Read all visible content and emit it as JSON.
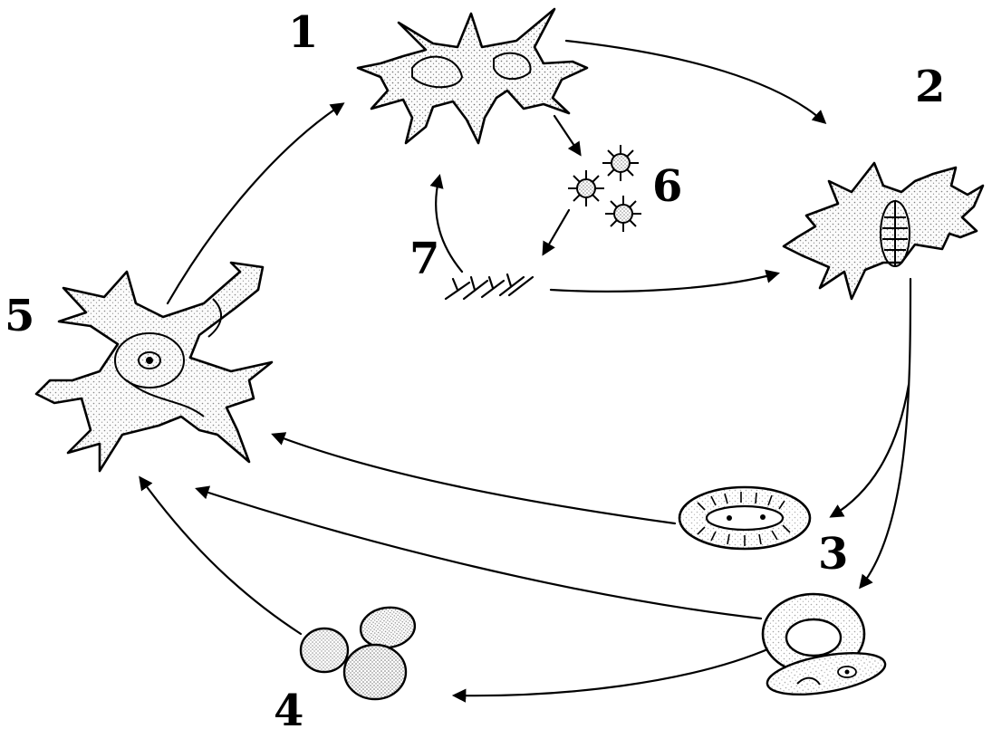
{
  "diagram": {
    "labels": {
      "stage_1": "1",
      "stage_2": "2",
      "stage_3": "3",
      "stage_4": "4",
      "stage_5": "5",
      "stage_6": "6",
      "stage_7": "7"
    },
    "nodes": [
      {
        "id": "stage-1",
        "label": "1",
        "shape": "branched amoeboid cell"
      },
      {
        "id": "stage-2",
        "label": "2",
        "shape": "branched cell with dividing nucleus"
      },
      {
        "id": "stage-3",
        "label": "3",
        "shape": "oval encysted form"
      },
      {
        "id": "stage-4",
        "label": "4",
        "shape": "cluster of three spores"
      },
      {
        "id": "stage-5",
        "label": "5",
        "shape": "large branched cell with central nucleus"
      },
      {
        "id": "stage-6",
        "label": "6",
        "shape": "three star-shaped cells"
      },
      {
        "id": "stage-7",
        "label": "7",
        "shape": "small flagellated forms"
      }
    ],
    "edges": [
      {
        "from": "stage-1",
        "to": "stage-2"
      },
      {
        "from": "stage-1",
        "to": "stage-6"
      },
      {
        "from": "stage-6",
        "to": "stage-7"
      },
      {
        "from": "stage-7",
        "to": "stage-1"
      },
      {
        "from": "stage-7",
        "to": "stage-2"
      },
      {
        "from": "stage-2",
        "to": "stage-3"
      },
      {
        "from": "stage-2",
        "to": "stage-3b"
      },
      {
        "from": "stage-3",
        "to": "stage-5"
      },
      {
        "from": "stage-3b",
        "to": "stage-5"
      },
      {
        "from": "stage-3b",
        "to": "stage-4"
      },
      {
        "from": "stage-4",
        "to": "stage-5"
      },
      {
        "from": "stage-5",
        "to": "stage-1"
      }
    ]
  }
}
